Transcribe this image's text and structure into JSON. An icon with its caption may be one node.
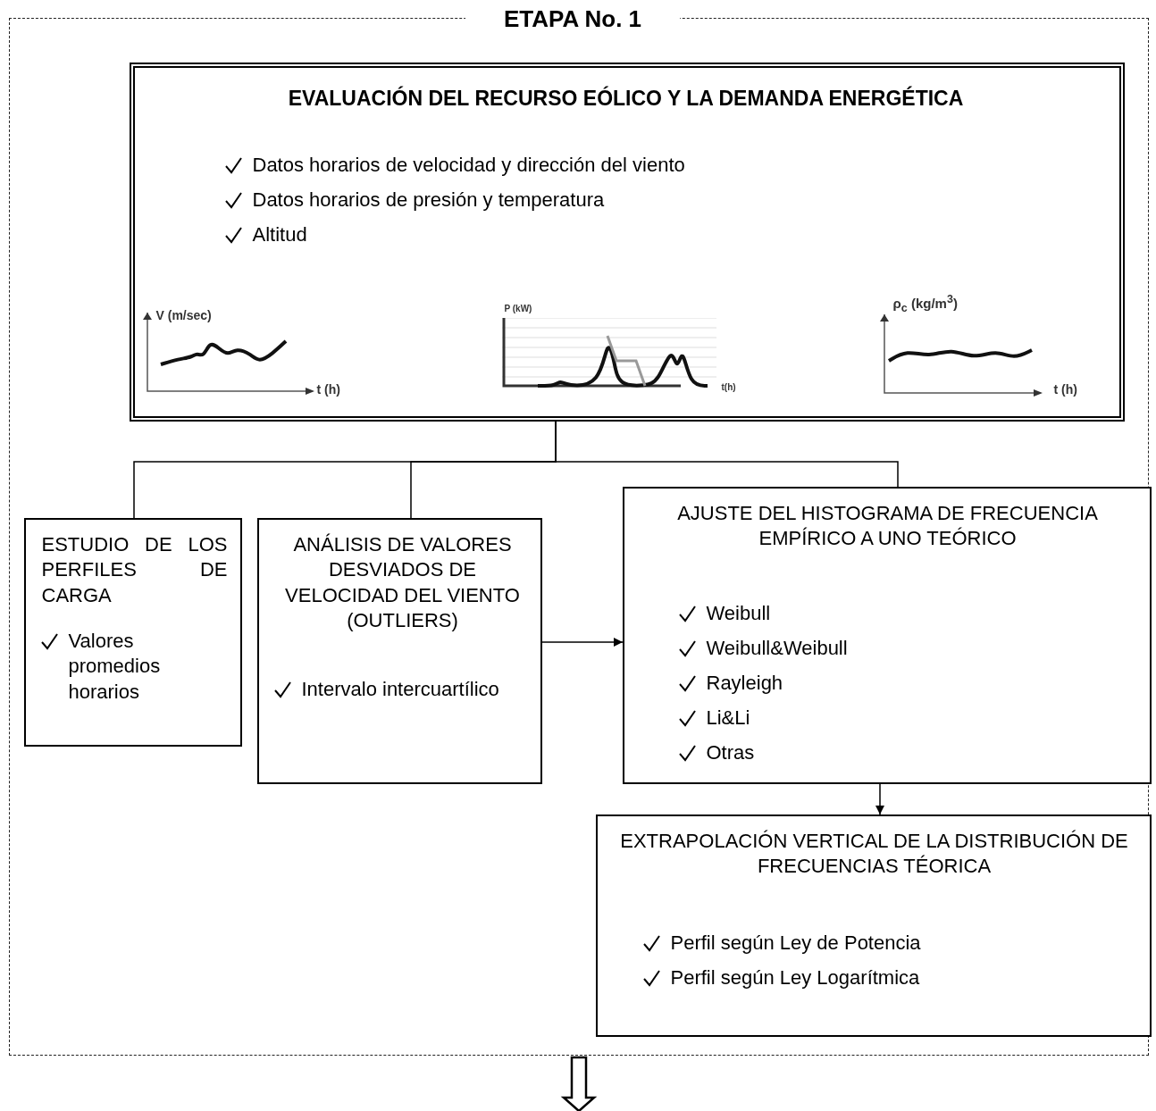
{
  "diagram": {
    "nodes": [
      {
        "text": [
          "ETAPA No. 1"
        ]
      },
      {
        "text": [
          "EVALUACIÓN DEL RECURSO EÓLICO Y LA DEMANDA ENERGÉTICA",
          "Datos horarios de velocidad y dirección del viento",
          "Datos horarios de presión y temperatura",
          "Altitud"
        ],
        "in": 0
      },
      {
        "text": [
          "ESTUDIO DE LOS PERFILES DE CARGA",
          "Valores promedios horarios"
        ],
        "in": 0
      },
      {
        "text": [
          "ANÁLISIS DE VALORES DESVIADOS DE VELOCIDAD DEL VIENTO (OUTLIERS)",
          "Intervalo intercuartílico"
        ],
        "in": 0
      },
      {
        "text": [
          "AJUSTE DEL HISTOGRAMA DE FRECUENCIA EMPÍRICO A UNO TEÓRICO",
          "Weibull",
          "Weibull&Weibull",
          "Rayleigh",
          "Li&Li",
          "Otras"
        ],
        "in": 0
      },
      {
        "text": [
          "EXTRAPOLACIÓN VERTICAL DE LA DISTRIBUCIÓN DE FRECUENCIAS TÉORICA",
          "Perfil según Ley de Potencia",
          "Perfil según Ley Logarítmica"
        ],
        "in": 0
      }
    ],
    "edges": [
      {
        "from": 1,
        "to": 2,
        "arrow": "none"
      },
      {
        "from": 1,
        "to": 3,
        "arrow": "none"
      },
      {
        "from": 1,
        "to": 4,
        "arrow": "none"
      },
      {
        "from": 3,
        "to": 4,
        "arrow": "to"
      },
      {
        "from": 4,
        "to": 5,
        "arrow": "to"
      },
      {
        "from": 0,
        "to": null,
        "arrow": "to",
        "style": "thick"
      }
    ],
    "labels": [
      "V (m/sec)",
      "t (h)",
      "P (kW)",
      "t(h)",
      "ρ$_{c}$ (kg/m$^{3}$)",
      "t (h)"
    ]
  }
}
